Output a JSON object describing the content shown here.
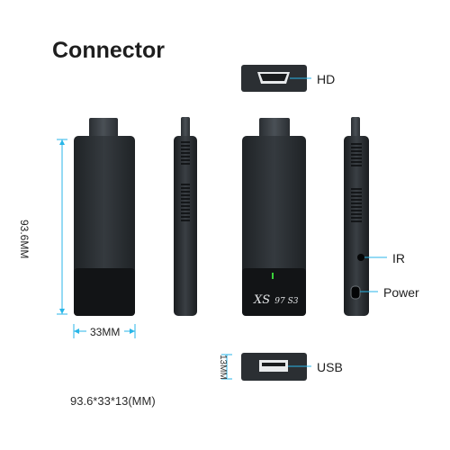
{
  "title": "Connector",
  "ports": {
    "hd": "HD",
    "ir": "IR",
    "power": "Power",
    "usb": "USB"
  },
  "dimensions": {
    "height": "93.6MM",
    "width": "33MM",
    "thickness": "13MM",
    "summary": "93.6*33*13(MM)"
  },
  "device": {
    "brand": "XS",
    "model": "97 S3"
  },
  "colors": {
    "body": "#2b2f33",
    "accent": "#29b6e8",
    "led": "#3ad13a"
  }
}
